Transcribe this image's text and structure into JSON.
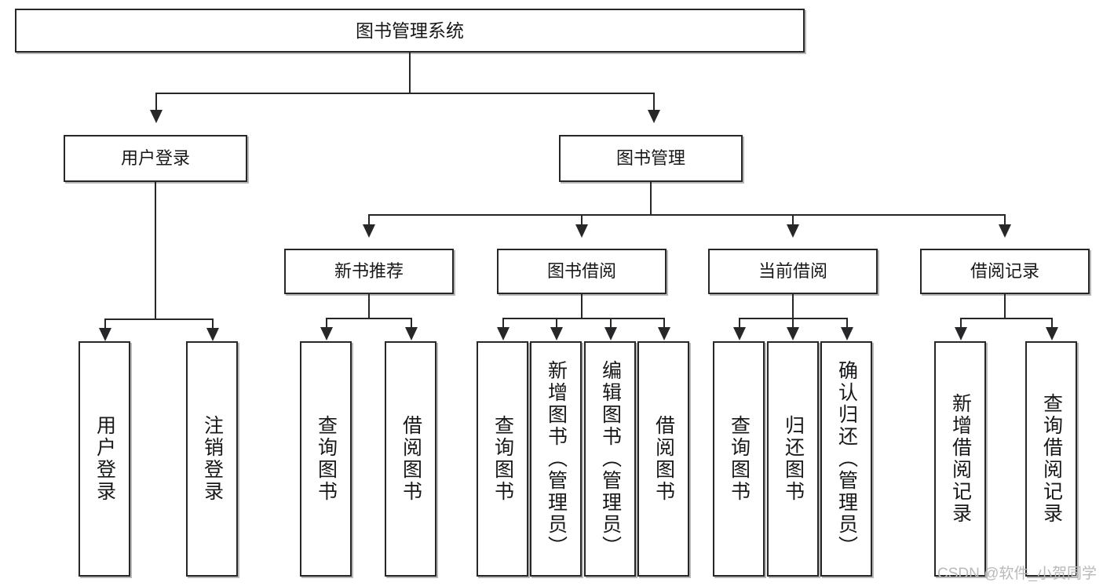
{
  "diagram": {
    "title": "图书管理系统",
    "type": "tree",
    "watermark": "CSDN @软件_小贺同学",
    "colors": {
      "stroke": "#27272a",
      "fill": "#ffffff",
      "text": "#17181a",
      "watermark": "#b9b9b9"
    },
    "levels": {
      "root": {
        "label": "图书管理系统"
      },
      "level2": [
        {
          "id": "user-login",
          "label": "用户登录"
        },
        {
          "id": "book-manage",
          "label": "图书管理"
        }
      ],
      "level3": [
        {
          "id": "new-book-recommend",
          "label": "新书推荐"
        },
        {
          "id": "book-borrow",
          "label": "图书借阅"
        },
        {
          "id": "current-borrow",
          "label": "当前借阅"
        },
        {
          "id": "borrow-record",
          "label": "借阅记录"
        }
      ],
      "leaves": {
        "user_login": [
          {
            "id": "leaf-user-login",
            "label": "用户登录"
          },
          {
            "id": "leaf-logout-login",
            "label": "注销登录"
          }
        ],
        "new_book_recommend": [
          {
            "id": "leaf-query-book-1",
            "label": "查询图书"
          },
          {
            "id": "leaf-borrow-book-1",
            "label": "借阅图书"
          }
        ],
        "book_borrow": [
          {
            "id": "leaf-query-book-2",
            "label": "查询图书"
          },
          {
            "id": "leaf-add-book",
            "label": "新增图书（管理员）"
          },
          {
            "id": "leaf-edit-book",
            "label": "编辑图书（管理员）"
          },
          {
            "id": "leaf-borrow-book-2",
            "label": "借阅图书"
          }
        ],
        "current_borrow": [
          {
            "id": "leaf-query-book-3",
            "label": "查询图书"
          },
          {
            "id": "leaf-return-book",
            "label": "归还图书"
          },
          {
            "id": "leaf-confirm-return",
            "label": "确认归还（管理员）"
          }
        ],
        "borrow_record": [
          {
            "id": "leaf-add-record",
            "label": "新增借阅记录"
          },
          {
            "id": "leaf-query-record",
            "label": "查询借阅记录"
          }
        ]
      }
    }
  }
}
